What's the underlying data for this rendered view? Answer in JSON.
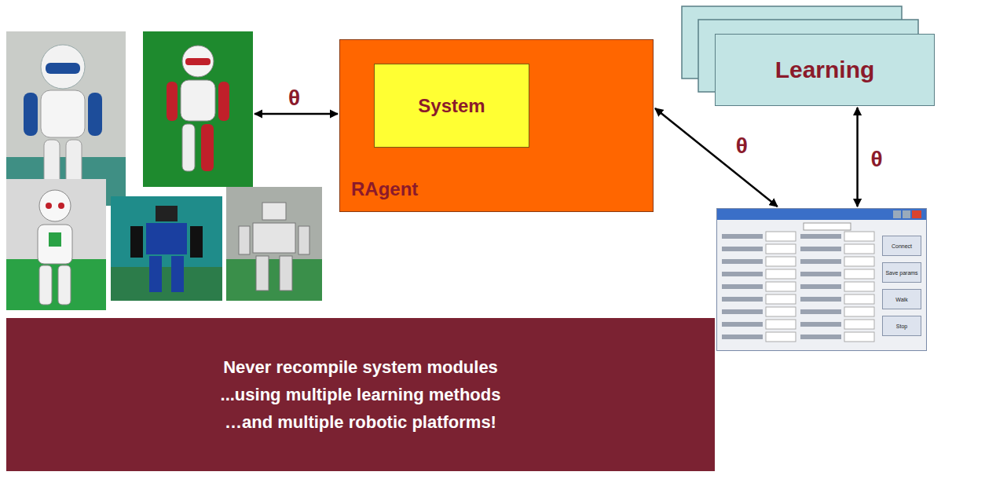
{
  "diagram": {
    "nodes": [
      {
        "text": [
          "RAgent"
        ]
      },
      {
        "text": [
          "System"
        ],
        "in": 0
      },
      {
        "text": [
          "Learning"
        ]
      },
      {
        "text": [
          "Connect",
          "Save params",
          "Walk",
          "Stop"
        ]
      },
      {
        "text": [
          "Never recompile system modules",
          "...using multiple learning methods",
          "…and multiple robotic platforms!"
        ]
      }
    ],
    "edges": [
      {
        "from": 0,
        "to": 3,
        "arrow": "both",
        "label": "θ"
      },
      {
        "from": 2,
        "to": 3,
        "arrow": "both",
        "label": "θ"
      }
    ],
    "labels": [
      "θ"
    ]
  }
}
